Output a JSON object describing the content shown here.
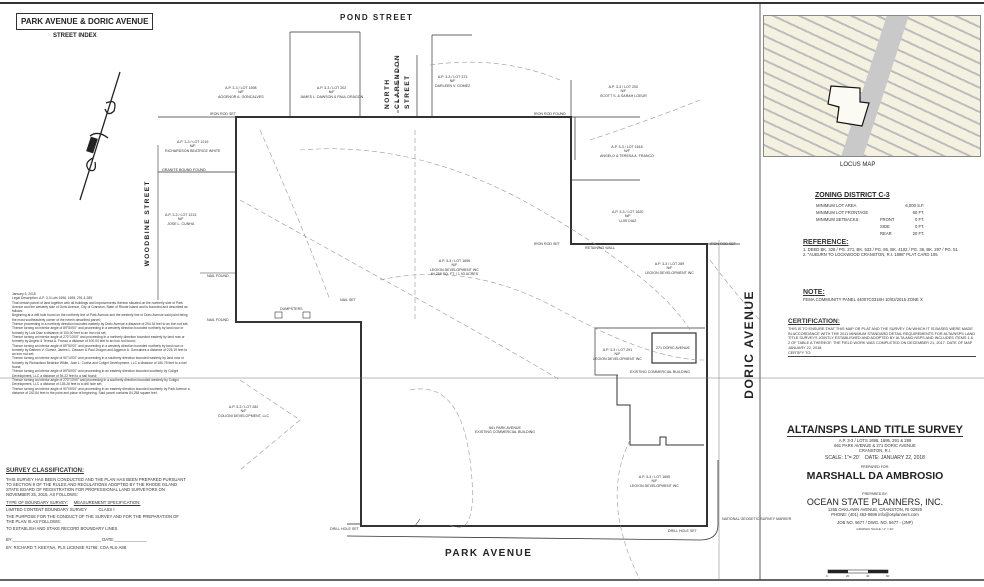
{
  "street_index": {
    "title": "PARK AVENUE & DORIC AVENUE",
    "subtitle": "STREET INDEX"
  },
  "streets": {
    "pond": "POND STREET",
    "north_clarendon": "NORTH CLARENDON STREET",
    "woodbine": "WOODBINE STREET",
    "doric": "DORIC AVENUE",
    "park": "PARK AVENUE"
  },
  "lots": [
    {
      "id": "A.P. 3-3 / LOT 1598",
      "owner": "AGGENOR A. GONCALVES"
    },
    {
      "id": "A.P. 3-3 / LOT 202",
      "owner": "JAMES L. DAWSON & PAUL DRAGON"
    },
    {
      "id": "A.P. 3-3 / LOT 373",
      "owner": "DARLEEN V. GOMEZ"
    },
    {
      "id": "A.P. 3-3 / LOT 200",
      "owner": "SCOTT S. & SARAH LOEUR"
    },
    {
      "id": "A.P. 3-3 / LOT 1219",
      "owner": "RICHARDSON BEATRICE WHITE"
    },
    {
      "id": "A.P. 3-3 / LOT 1618",
      "owner": "ANGELO & TERESA A. FRANCO"
    },
    {
      "id": "A.P. 3-3 / LOT 1213",
      "owner": "JOSE L. CUNHA"
    },
    {
      "id": "A.P. 3-3 / LOT 1620",
      "owner": "LUIS DIAZ"
    },
    {
      "id": "A.P. 3-3 / LOT 1696",
      "owner": "LEGION DEVELOPMENT INC",
      "area": "84,258 SQ. FT. / 1.93 ACRES"
    },
    {
      "id": "A.P. 3-3 / LOT 289",
      "owner": "LEGION DEVELOPMENT INC"
    },
    {
      "id": "A.P. 3-3 / LOT 291",
      "owner": "LEGION DEVELOPMENT INC"
    },
    {
      "id": "A.P. 3-3 / LOT 282",
      "owner": "COLIGNI DEVELOPMENT, LLC"
    },
    {
      "id": "A.P. 3-3 / LOT 1695",
      "owner": "LEGION DEVELOPMENT INC"
    }
  ],
  "plan_labels": {
    "iron_rod_set": "IRON ROD SET",
    "iron_rod_found": "IRON ROD FOUND",
    "granite_bound_found": "GRANITE BOUND FOUND",
    "nail_found": "NAIL FOUND",
    "nail_set": "NAIL SET",
    "drill_hole_set": "DRILL HOLE SET",
    "retaining_wall": "RETAINING WALL",
    "dumpsters": "DUMPSTERS",
    "building_271": "271 DORIC AVENUE",
    "existing_commercial": "EXISTING COMMERCIAL BUILDING",
    "building_661": "661 PARK AVENUE",
    "building_661_desc": "EXISTING COMMERCIAL BUILDING",
    "geodetic": "NATIONAL GEODETIC SURVEY MARKER"
  },
  "legal_description": {
    "date": "January 5, 2018",
    "title": "Legal Description: A.P. 3-3 Lots 1696, 1695, 291 & 289",
    "paragraphs": [
      "That certain parcel of land together with all buildings and improvements thereon situated on the northerly side of Park Avenue and the westerly side of Doric Avenue, City of Cranston, State of Rhode Island and is bounded and described as follows:",
      "Beginning at a drill hole found on the northerly line of Park Avenue and the westerly line of Doric Avenue said point being the most southeasterly corner of the herein described parcel;",
      "Thence proceeding in a northerly direction bounded easterly by Doric Avenue a distance of 294.34 feet to an iron rod set;",
      "Thence turning an interior angle of 89°50'00\" and proceeding in a westerly direction bounded northerly by land now or formerly by Luis Diaz a distance of 100.00 feet to an iron rod set;",
      "Thence turning an interior angle of 270°10'00\" and proceeding in a northerly direction bounded easterly by land now or formerly by Angelo & Teresa A. Franco a distance of 100.00 feet to an iron rod found;",
      "Thence turning an interior angle of 89°50'00\" and proceeding in a westerly direction bounded northerly by land now or formerly by Darleen V. Gomez, James L. Dawson & Paul Dragon and Aggenor A. Goncalves a distance of 225.19 feet to an iron rod set;",
      "Thence turning an interior angle of 90°10'00\" and proceeding in a southerly direction bounded westerly by land now or formerly by Richardson Beatrice White, Jose L. Cunha and Coligni Development, LLC a distance of 160.78 feet to a nail found;",
      "Thence turning an interior angle of 89°50'00\" and proceeding in an easterly direction bounded southerly by Coligni Development, LLC a distance of 94.22 feet to a nail found;",
      "Thence turning an interior angle of 270°10'00\" and proceeding in a southerly direction bounded westerly by Coligni Development, LLC a distance of 135.26 feet to a drill hole set;",
      "Thence turning an interior angle of 90°00'00\" and proceeding in an easterly direction bounded southerly by Park Avenue a distance of 242.84 feet to the point and place of beginning. Said parcel contains 84,258 square feet."
    ]
  },
  "survey_classification": {
    "title": "SURVEY CLASSIFICATION:",
    "body": "THIS SURVEY HAS BEEN CONDUCTED AND THE PLAN HAS BEEN PREPARED PURSUANT TO SECTION 9 OF THE RULES AND REGULATIONS ADOPTED BY THE RHODE ISLAND STATE BOARD OF REGISTRATION FOR PROFESSIONAL LAND SURVEYORS ON NOVEMBER 25, 2015, AS FOLLOWS:",
    "type_label": "TYPE OF BOUNDARY SURVEY:",
    "measurement_label": "MEASUREMENT SPECIFICATION:",
    "type_value": "LIMITED CONTENT BOUNDARY SURVEY",
    "measurement_value": "CLASS I",
    "purpose": "THE PURPOSE FOR THE CONDUCT OF THE SURVEY AND FOR THE PREPARATION OF THE PLAN IS AS FOLLOWS:",
    "purpose_value": "TO ESTABLISH AND STAKE RECORD BOUNDARY LINES.",
    "by_label": "BY:",
    "date_label": "DATE:",
    "signer": "BY: RICHARD T. KEEYNA, PLS   LICENSE #1766; COA #LS-A88"
  },
  "locus_map": {
    "label": "LOCUS MAP"
  },
  "zoning": {
    "title": "ZONING DISTRICT C-3",
    "rows": [
      {
        "label": "MINIMUM LOT AREA",
        "sub": "",
        "value": "6,000 S.F."
      },
      {
        "label": "MINIMUM LOT FRONTAGE",
        "sub": "",
        "value": "60 FT."
      },
      {
        "label": "MINIMUM SETBACKS:",
        "sub": "FRONT",
        "value": "0 FT."
      },
      {
        "label": "",
        "sub": "SIDE",
        "value": "0 FT."
      },
      {
        "label": "",
        "sub": "REAR",
        "value": "20 FT."
      }
    ]
  },
  "reference": {
    "title": "REFERENCE:",
    "lines": [
      "1. DEED BK. 328 / PG. 271, BK. 533 / PG. 85, BK. 4102 / PG. 36, BK. 297 / PG. 51",
      "2. \"AUBURN TO LOCKWOOD CRANSTON, R.I. 1898\" PLAT CARD 105"
    ]
  },
  "note": {
    "title": "NOTE:",
    "text": "FEMA COMMUNITY PANEL 44007C0318H 10/02/2015 ZONE X"
  },
  "certification": {
    "title": "CERTIFICATION:",
    "text": "THIS IS TO ENSURE THAT THIS MAP OR PLAT AND THE SURVEY ON WHICH IT IS BASED WERE MADE IN ACCORDANCE WITH THE 2011 MINIMUM STANDARD DETAIL REQUIREMENTS FOR ALTA/NSPS LAND TITLE SURVEYS JOINTLY ESTABLISHED AND ADOPTED BY ALTA AND NSPS AND INCLUDES ITEMS 1 & 2 OF TABLE A THEREOF. THE FIELD WORK WAS COMPLETED ON DECEMBER 21, 2017. DATE OF MAP JANUARY 22, 2018",
    "certify_to": "CERTIFY TO:"
  },
  "title_block": {
    "title": "ALTA/NSPS LAND TITLE SURVEY",
    "lots": "A.P. 3-3 / LOTS 1696, 1695, 291 & 289",
    "address": "661 PARK AVENUE & 271 DORIC AVENUE",
    "city": "CRANSTON, R.I.",
    "scale": "SCALE: 1\"= 20'",
    "date": "DATE: JANUARY 22, 2018",
    "prepared_for_label": "PREPARED FOR:",
    "client": "MARSHALL DA AMBROSIO",
    "prepared_by_label": "PREPARED BY:",
    "company": "OCEAN STATE PLANNERS, INC.",
    "company_address": "1255 OAKLAWN AVENUE, CRANSTON, RI 02920",
    "phone": "PHONE: (401) 463-9696   info@osplanners.com",
    "job": "JOB NO. 5677  /   DWG. NO. 5677 - (JNP)",
    "graphic_scale_label": "GRAPHIC SCALE / 1\" = 20'",
    "scale_ticks": [
      "0",
      "20",
      "40",
      "60"
    ]
  }
}
